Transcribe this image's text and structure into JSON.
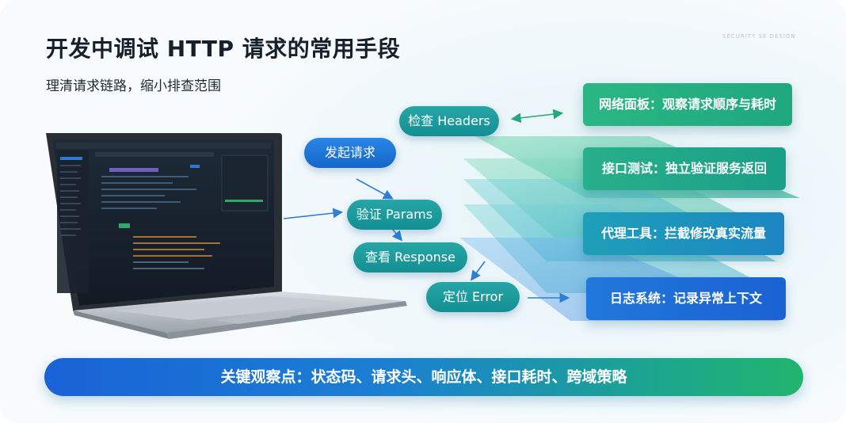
{
  "title": "开发中调试 HTTP 请求的常用手段",
  "subtitle": "理清请求链路，缩小排查范围",
  "watermark": "SECURITY SE DESIGN",
  "flow": {
    "check_headers": "检查 Headers",
    "send_request": "发起请求",
    "verify_params": "验证 Params",
    "view_response": "查看 Response",
    "locate_error": "定位 Error"
  },
  "layers": [
    {
      "label": "网络面板：观察请求顺序与耗时",
      "color": "#23b07a"
    },
    {
      "label": "接口测试：独立验证服务返回",
      "color": "#1fae86"
    },
    {
      "label": "代理工具：拦截修改真实流量",
      "color": "#1c8fc0"
    },
    {
      "label": "日志系统：记录异常上下文",
      "color": "#1d6ad6"
    }
  ],
  "banner": "关键观察点：状态码、请求头、响应体、接口耗时、跨域策略",
  "colors": {
    "blue": "#1466c8",
    "teal": "#138f93",
    "green": "#23b07a"
  }
}
